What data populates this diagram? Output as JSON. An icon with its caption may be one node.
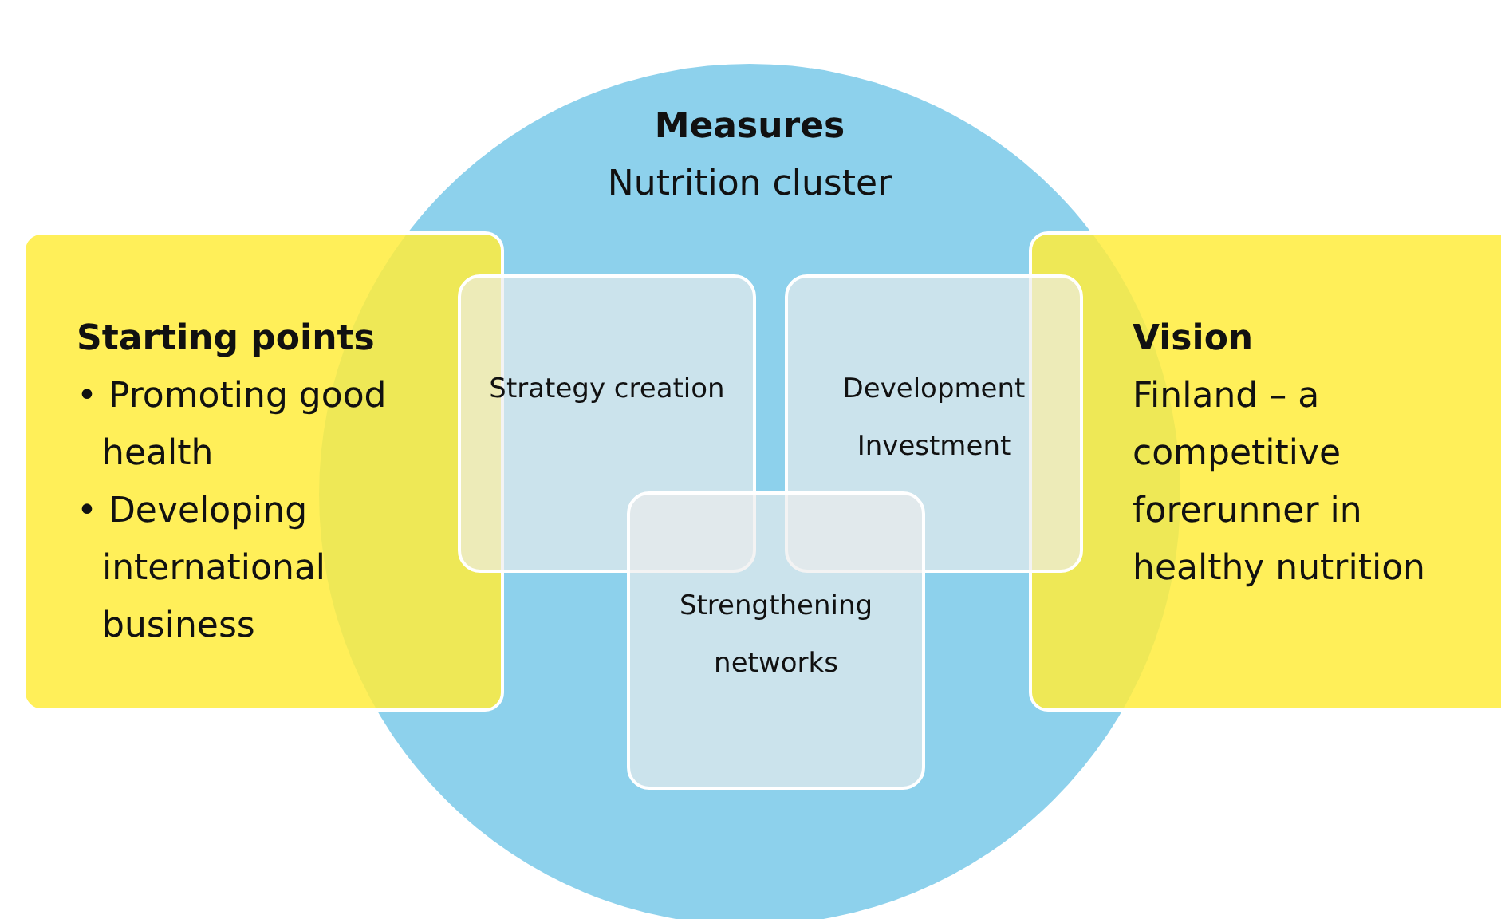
{
  "diagram": {
    "nodes": [
      {
        "text": [
          "Measures",
          "Nutrition cluster"
        ]
      },
      {
        "text": [
          "Starting points",
          "• Promoting good health",
          "• Developing international business"
        ]
      },
      {
        "text": [
          "Strategy creation"
        ],
        "in": 0
      },
      {
        "text": [
          "Development Investment"
        ],
        "in": 0
      },
      {
        "text": [
          "Strengthening networks"
        ],
        "in": 0
      },
      {
        "text": [
          "Vision",
          "Finland – a competitive forerunner in healthy nutrition"
        ]
      }
    ]
  }
}
